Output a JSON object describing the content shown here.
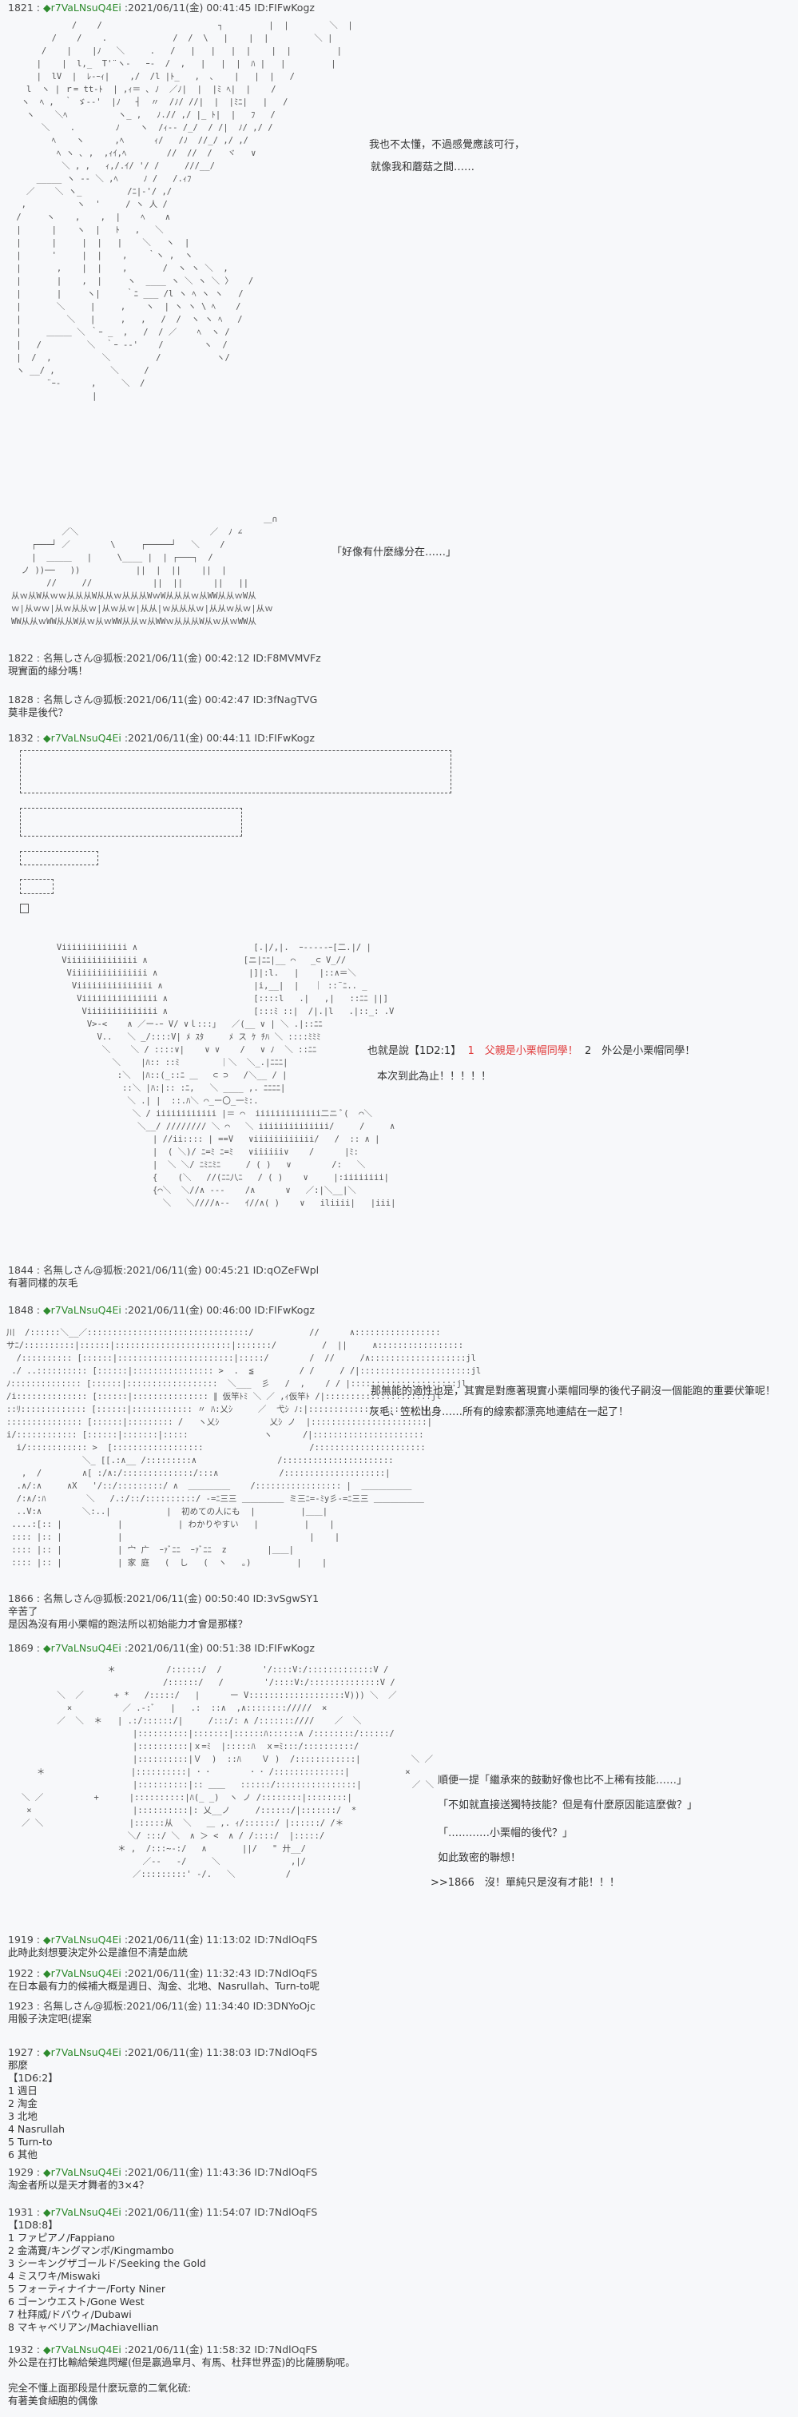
{
  "posts": {
    "p1821": {
      "num": "1821",
      "trip": "◆r7VaLNsuQ4Ei",
      "date": "2021/06/11(金) 00:41:45 ID:FIFwKogz",
      "aa": "            /    /                       ┐         |  |        ＼  |\n        /    /    .             /  /  \\   |    |  |         ＼ |\n      /    |    |ﾉ   ＼     .   /   |   |   |  |    |  |         |\n     |    |  l,_  T'¨ヽ-   ｰ-  /  ,   |   |  |  ﾊ |   |         |\n     |  lV  |  ﾚ‐ｰｨ|    ,/  /l |ﾄ_   ,  ､    |   |  |   /     \n   l  ヽ | ｒ= tt‐ﾄ  | ,ｨ＝ ､ ﾉ  ／ﾉ|  |  |ﾐ ﾍ|  |    /    \n  ヽ  ﾍ ,  ｀ ゞ-‐'  |ﾉ   ┤  〃  /ﾉ/ //|  |  |ﾐﾆ|   |   /     \n   ヽ    ＼ﾍ          ヽ_ ,   ﾉ.// ,/ |_ ﾄ|  |   ﾌ   /      \n      ＼    .        ﾉ    ヽ  /ｨ-‐ /_/  / /|  ﾉ/ ,/ /      \n        ﾍ    ヽ      ,ﾍ      ｨ/   /ﾉ  //_/ ,/ ,/        \n         ﾍ ヽ ､ ,  ,ｨｲ,ﾍ        //  //  /   ヾ   ∨       \n          ＼ , ,   ｨ,/.ｲ/ '/ /     ///__/              \n     _____ ヽ -‐ ＼ ,ﾍ     ﾉ /   /.ｨﾌ                 \n   ／    ＼ ヽ_         /ﾆ|-'/ ,/                       \n  ,          ヽ  '     / ヽ 人 /                        \n /     ヽ    ,    ,  |    ﾍ    ∧                    \n |      |    ヽ  |   ﾄ   ,   ＼                     \n |      |     |  |   |    ＼   ヽ  |                \n |      '     |  |    ,    ｀ヽ ,  ヽ              \n |       ,    |  |    ,       /  ヽ ヽ ＼  ,         \n |       |    ,  |     ヽ  ____ ヽ ＼ ヽ ＼ 〉   /   \n |       |     ヽ|     ｀ﾆ ___ /l ヽ ﾍ ヽ ヽ   /    \n |       ＼     |     ,    ヽ  | ヽ ヽ \\ ﾍ    /     \n |         ＼   |     ,   ,   /  /  ヽ ヽ ﾍ   /    \n |     ＿＿＿ ＼ ｀ｰ _  ,   /  / ／    ﾍ  ヽ /     \n |   /         ＼  ｀ｰ -‐'    /        ヽ  /     \n |  /  ,          ＼         /           ヽ/     \n ヽ __/ ,           ＼     /              \n       ¨ｰ-      ,     ＼  /               \n                |                         ",
      "lines": [
        "我也不太懂，不過感覺應該可行，",
        "就像我和蘑菇之間……"
      ],
      "aa2": "                                                  ＿∩\n          ／＼                          ／  ﾉ ∠\n    ┌───┘ ／        \\     ┌─────┘   ＼    /\n    |  ＿＿＿   |     \\____ |  | ┌───┐  /  \n  ノ ))──   ))           ||  |  ||    ||  |  \n       //     //            ||  ||      ||   ||  \n从ｗ从W从ｗｗ从从从W从从ｗ从从从WｗW从从从ｗ从WW从从ｗW从\nｗ|从ｗｗ|从ｗ从从ｗ|从ｗ从ｗ|从从|ｗ从从从ｗ|从从ｗ从ｗ|从ｗ\nWW从从ｗWW从从W从ｗ从ｗWW从从ｗ从WWｗ从从从W从ｗ从ｗWW从",
      "quote": "「好像有什麼緣分在……」"
    },
    "p1822": {
      "num": "1822",
      "name": "名無しさん@狐板",
      "date": "2021/06/11(金) 00:42:12 ID:F8MVMVFz",
      "body": "現實面的緣分嗎！"
    },
    "p1828": {
      "num": "1828",
      "name": "名無しさん@狐板",
      "date": "2021/06/11(金) 00:42:47 ID:3fNagTVG",
      "body": "莫非是後代？"
    },
    "p1832": {
      "num": "1832",
      "trip": "◆r7VaLNsuQ4Ei",
      "date": "2021/06/11(金) 00:44:11 ID:FIFwKogz",
      "aa": "         Viiiiiiiiiiiii ∧                       [.|/,|.  ｰ-‐---ｰ[二.|/ |\n          Viiiiiiiiiiiiii ∧                   [ニ|ﾆﾆ|__ ⌒   _⊂ V_//\n           Viiiiiiiiiiiiiii ∧                  |]|:l.   |    |::∧＝＼ \n            Viiiiiiiiiiiiiii ∧                  |i,__|  |   ｜ ::¨ﾆ.. _\n             Viiiiiiiiiiiiiii ∧                 [::::l   .|   ,|   ::ﾆﾆ ||]\n              Viiiiiiiiiiiiii ∧                 [:::ﾐ ::|  /|.|l   .|::_: .V\n               V>-<    ∧ ／ー-ｰ V/ ∨ｌ:::｣   ／(__ ∨ | ＼ .|::ﾆﾆ\n                 V..   ＼ _/::::V| ﾒ ｽﾀ     ﾒ ス ｹ ﾁﾊ ＼ ::::ﾐﾐﾐ\n                  ＼    ＼ / ::::∨|    ∨ ∨    /   ∨ ﾉ  ＼ ::ﾆﾆ\n                    ＼    |ﾊ:: ::ﾐ        ｜＼  ＼_.|ﾆﾆﾆ|\n                     :＼  |ﾊ::(_::ﾆ ＿   ⊂ ⊃   /＼__ / |\n                      ::＼ |ﾊ:|:: :ﾆ,   ＼ ____ ,. ﾆﾆﾆﾆ|\n                       ＼ .| |  ::.ﾊ＼ ⌒_ー〇_一ﾐ:.\n                        ＼ / iiiiiiiiiiii |＝ ⌒  iiiiiiiiiiiii二ニ ﾞ(  ⌒＼\n                         ＼__/ //////// ＼ ⌒   ＼ iiiiiiiiiiiiii/     /     ∧\n                            | //ii:::: | ==V   ∨iiiiiiiiiiii/   /  :: ∧ |\n                            |  ( ＼)/ ﾆ=ﾐ ﾆ=ﾐ   ∨iiiiii∨    /      |ﾐ:\n                            |  ＼ ＼/ ﾆﾐﾆﾐﾆ     / ( )   ∨        /:   ＼\n                            {    (＼   //(ﾆﾆ八ﾆ   / ( )    ∨     |:iiiiiiii|\n                            {⌒＼  ＼//∧ ---    /∧      ∨   ／:|＼__|＼\n                              ＼   ＼////∧--   ｲ//∧( )    ∨   iliiii|   |iii|",
      "lines": [
        "也就是說【1D2:1】",
        "1　父親是小栗帽同學！",
        "2　外公是小栗帽同學！",
        "本次到此為止！！！！！"
      ]
    },
    "p1844": {
      "num": "1844",
      "name": "名無しさん@狐板",
      "date": "2021/06/11(金) 00:45:21 ID:qOZeFWpl",
      "body": "有著同樣的灰毛"
    },
    "p1848": {
      "num": "1848",
      "trip": "◆r7VaLNsuQ4Ei",
      "date": "2021/06/11(金) 00:46:00 ID:FIFwKogz",
      "aa": "川  /::::::＼__／::::::::::::::::::::::::::::::::/           //      ∧:::::::::::::::::\nサﾆ/::::::::::|::::::|:::::::::::::::::::::::|:::::::/         /  ||     ∧:::::::::::::::::\n  /:::::::::: [::::::|:::::::::::::::::::::::|:::::/        /  //     /∧:::::::::::::::::::jl\n ./ ..:::::::::: [::::::|:::::::::::::::: >  .  ≦         / /     / /|::::::::::::::::::::::jl\nﾉ:::::::::::::: [::::::|::::::::::::::::::  ＼___  彡   /  ,    / / |:::::::::::::::::::::jl\n/i:::::::::::::: [::::::|::::::::::::::: ∥ 仮竿ﾄﾐ ＼ ／ ,ｨ仮竿ﾄ /|:::::::::::::::::::::jl\n::ﾘ::::::::::::: [::::::|:::::::::::: 〃 ﾊ:乂ｼ     ／  弋ｼ ﾉ:|::::::::::::::::::::::||\n::::::::::::::: [::::::|::::::::: /   ヽ乂ｼ          乂ｼ ノ  |:::::::::::::::::::::::|\ni/:::::::::::: [::::::|:::::::|:::::               ヽ      /|::::::::::::::::::::::\n  i/:::::::::::: >  [::::::::::::::::::                     /::::::::::::::::::::::\n               ＼_ [[.:∧__ /:::::::::∧                /::::::::::::::::::::::\n   ,  /        ∧[ :/∧:/::::::::::::::/:::∧            /::::::::::::::::::::|\n  .∧/:∧     ∧X   '/::/:::::::::/ ∧  ＿＿＿＿＿    /::::::::::::::::: |  ＿＿＿＿＿＿\n  /:∧/:ﾊ        ＼   /.:/::/::::::::::/ -=ﾆ三三 ＿＿＿＿＿ ミ三ﾆ=-ﾐy彡-=ﾆ三三 ＿＿＿＿＿＿\n  ..V:∧        ＼:..|           |  初めての人にも  |         |＿＿|\n ....:[:: |           |           | わかりやすい   |         |    |\n :::: |:: |           |                                     |    |\n :::: |:: |           | 宀 广  ｰｧﾞﾆﾆ  ｰｧﾞﾆﾆ  z        |＿＿|\n :::: |:: |           | 家 庭   (  し   (  ヽ   ｡)         |    |",
      "lines": [
        "那無能的適性也是，其實是對應著現實小栗帽同學的後代子嗣沒一個能跑的重要伏筆呢！",
        "灰毛、笠松出身……所有的線索都漂亮地連結在一起了！"
      ]
    },
    "p1866": {
      "num": "1866",
      "name": "名無しさん@狐板",
      "date": "2021/06/11(金) 00:50:40 ID:3vSgwSY1",
      "body": [
        "辛苦了",
        "是因為沒有用小栗帽的跑法所以初始能力才會是那樣？"
      ]
    },
    "p1869": {
      "num": "1869",
      "trip": "◆r7VaLNsuQ4Ei",
      "date": "2021/06/11(金) 00:51:38 ID:FIFwKogz",
      "aa": "                    ＊          /::::::/  /        '/::::V:/:::::::::::::V /\n                               /::::::/   /        '/::::V:/::::::::::::::V /\n          ＼  ／      + *   /:::::/   |      ー V:::::::::::::::::::V))) ＼  ／\n            ×          ／ .‐:ﾞ   |   .:  ::∧  ,∧:::::::://///  ×\n          ／  ＼  ＊   | .:/::::::/|     /:::/: ∧ /:::::::////    ／  ＼\n                         |::::::::::|:::::::|::::::ﾊ::::::∧ /::::::::/::::::/\n                         |::::::::::|ｘ=ﾐ  |:::::ﾊ  ｘ=ﾐ:::/::::::::::/\n                         |::::::::::|Ｖ  )  ::ﾊ    Ｖ )  /::::::::::::|          ＼ ／\n      ＊                 |::::::::::| ･ ･        ･ ･ /::::::::::::::|           ×\n                         |::::::::::|:: ＿＿   ::::::/::::::::::::::::|          ／ ＼\n   ＼ ／          +      |::::::::::|ﾊ(_ _)  ヽ ノ /::::::::|::::::::|\n    ×                    |::::::::::|: 乂__ノ     /::::::/|:::::::/  *\n   ／ ＼                 |::::::从  ＼   ＿ ,. ｨ/::::::/ |::::::/ /＊\n                        ＼/ :::/ ＼  ∧ ＞ <  ∧ / /::::/  |:::::/\n                      ＊ ,  /:::~-:/   ∧       ||/   \" 廾__/\n                           ／--   -/     ＼              ,|/\n                         ／:::::::::' -/.   ＼          /",
      "lines": [
        "順便一提「繼承來的鼓動好像也比不上稀有技能……」",
        "「不如就直接送獨特技能？但是有什麼原因能這麼做？」",
        "「…………小栗帽的後代？」",
        "如此致密的聯想！",
        ">>1866　沒！單純只是沒有才能！！！"
      ]
    },
    "p1919": {
      "num": "1919",
      "trip": "◆r7VaLNsuQ4Ei",
      "date": "2021/06/11(金) 11:13:02 ID:7NdlOqFS",
      "body": [
        "此時此刻想要決定外公是誰但不清楚血統"
      ]
    },
    "p1922": {
      "num": "1922",
      "trip": "◆r7VaLNsuQ4Ei",
      "date": "2021/06/11(金) 11:32:43 ID:7NdlOqFS",
      "body": [
        "在日本最有力的候補大概是週日、淘金、北地、Nasrullah、Turn-to呢"
      ]
    },
    "p1923": {
      "num": "1923",
      "name": "名無しさん@狐板",
      "date": "2021/06/11(金) 11:34:40 ID:3DNYoOjc",
      "body": [
        "用骰子決定吧(提案"
      ]
    },
    "p1927": {
      "num": "1927",
      "trip": "◆r7VaLNsuQ4Ei",
      "date": "2021/06/11(金) 11:38:03 ID:7NdlOqFS",
      "body": [
        "那麼",
        "【1D6:2】",
        "1 週日",
        "2 淘金",
        "3 北地",
        "4 Nasrullah",
        "5 Turn-to",
        "6 其他"
      ]
    },
    "p1929": {
      "num": "1929",
      "trip": "◆r7VaLNsuQ4Ei",
      "date": "2021/06/11(金) 11:43:36 ID:7NdlOqFS",
      "body": [
        "淘金者所以是天才舞者的3×4？"
      ]
    },
    "p1931": {
      "num": "1931",
      "trip": "◆r7VaLNsuQ4Ei",
      "date": "2021/06/11(金) 11:54:07 ID:7NdlOqFS",
      "body": [
        "【1D8:8】",
        "1 ファピアノ/Fappiano",
        "2 金滿寶/キングマンボ/Kingmambo",
        "3 シーキングザゴールド/Seeking the Gold",
        "4 ミスワキ/Miswaki",
        "5 フォーティナイナー/Forty Niner",
        "6 ゴーンウエスト/Gone West",
        "7 杜拜威/ドバウィ/Dubawi",
        "8 マキャベリアン/Machiavellian"
      ]
    },
    "p1932": {
      "num": "1932",
      "trip": "◆r7VaLNsuQ4Ei",
      "date": "2021/06/11(金) 11:58:32 ID:7NdlOqFS",
      "body": [
        "外公是在打比輸給榮進閃耀(但是贏過皐月、有馬、杜拜世界盃)的比薩勝駒呢。",
        "",
        "完全不懂上面那段是什麼玩意的二氧化硫:",
        "有著美食細胞的偶像"
      ]
    }
  },
  "sep": " : ",
  "colors": {
    "trip": "#2e8b2e",
    "highlight": "#e03a3a",
    "background": "#f7f8fa"
  }
}
